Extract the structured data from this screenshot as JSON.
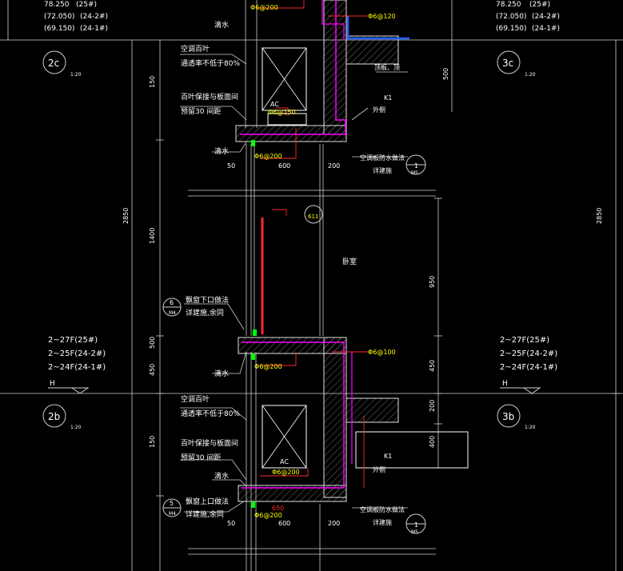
{
  "elevations_top": {
    "e1": "78.250",
    "e1_note": "(25#)",
    "e2": "(72.050)",
    "e2_note": "(24-2#)",
    "e3": "(69.150)",
    "e3_note": "(24-1#)"
  },
  "elevations_top_right": {
    "e1": "78.250",
    "e1_note": "(25#)",
    "e2": "(72.050)",
    "e2_note": "(24-2#)",
    "e3": "(69.150)",
    "e3_note": "(24-1#)"
  },
  "floors_left": {
    "f1": "2~27F(25#)",
    "f2": "2~25F(24-2#)",
    "f3": "2~24F(24-1#)",
    "h": "H"
  },
  "floors_right": {
    "f1": "2~27F(25#)",
    "f2": "2~25F(24-2#)",
    "f3": "2~24F(24-1#)",
    "h": "H"
  },
  "grid_bubbles": {
    "b2c": "2c",
    "b3c": "3c",
    "b2b": "2b",
    "b3b": "3b",
    "scale": "1:20"
  },
  "notes": {
    "drip": "滴水",
    "louver": "空调百叶",
    "louver_rate": "通透率不低于80%",
    "louver_gap": "百叶保接与板面间",
    "louver_gap2": "预留30 间距",
    "waterproof": "空调板防水做法",
    "waterproof2": "详建施",
    "sill_low": "飘窗下口做法",
    "sill_up": "飘窗上口做法",
    "see_detail": "详建施,余同",
    "outer": "外侧",
    "room": "卧室",
    "top_label": "顶板、顶",
    "k1": "K1",
    "ac": "AC"
  },
  "dims": {
    "d50": "50",
    "d600": "600",
    "d200": "200",
    "d2850": "2850",
    "d950": "950",
    "d450": "450",
    "d500": "500",
    "d1400": "1400",
    "d400": "400",
    "d200b": "200",
    "d150": "150",
    "d650": "650"
  },
  "rebar": {
    "r1": "Φ6@200",
    "r2": "Φ6@120",
    "r3": "Φ6@150",
    "r4": "Φ6@100",
    "r5": "Φ6@200",
    "r6": "Φ6@200"
  },
  "details": {
    "d1": "1",
    "m5": "M5",
    "d6": "6",
    "d5": "5",
    "s611": "611",
    "m4": "M4"
  },
  "colors": {
    "line": "#ffffff",
    "red": "#ff2a2a",
    "magenta": "#ff00ff",
    "yellow": "#ffff00",
    "green": "#00ff00",
    "blue": "#2060ff",
    "hatch": "#c8c8c8"
  }
}
